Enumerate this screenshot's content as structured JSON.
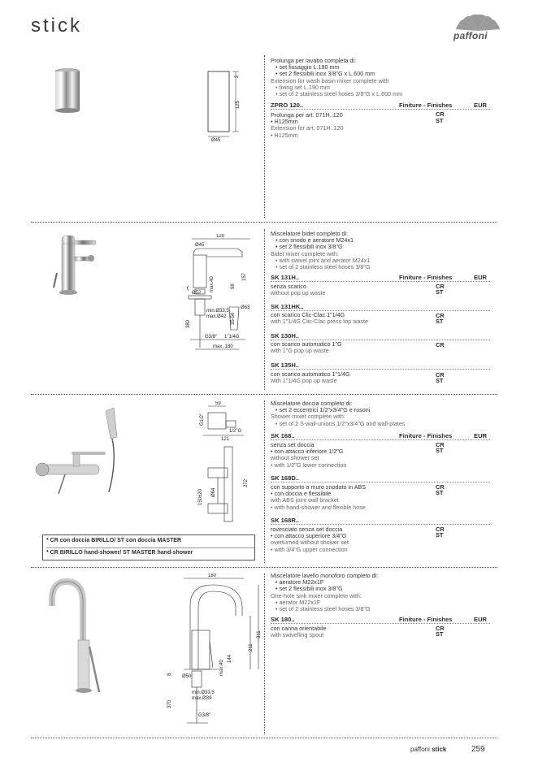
{
  "header": {
    "title": "stick",
    "logo": "paffoni"
  },
  "sections": [
    {
      "intro_it": "Prolunga per lavabo completa di:",
      "intro_it_items": [
        "set fissaggio L.190 mm",
        "set 2 flessibili inox 3/8\"G x L.600 mm"
      ],
      "intro_en": "Extension for wash basin mixer complete with",
      "intro_en_items": [
        "fixing set L.190 mm",
        "set of 2 stainless steel hoses 3/8\"G x L.600 mm"
      ],
      "code_header": "ZPRO 120..",
      "finishes_label": "Finiture - Finishes",
      "eur_label": "EUR",
      "finishes": [
        "CR",
        "ST"
      ],
      "desc_it": "Prolunga per art. 071H..120",
      "desc_it_items": [
        "H125mm"
      ],
      "desc_en": "Extension for art. 071H..120",
      "desc_en_items": [
        "H125mm"
      ],
      "dims": [
        "2",
        "125",
        "Ø45"
      ]
    },
    {
      "intro_it": "Miscelatore bidet completo di:",
      "intro_it_items": [
        "con snodo e aeratore M24x1",
        "set 2 flessibili inox 3/8\"G"
      ],
      "intro_en": "Bidet mixer complete with:",
      "intro_en_items": [
        "with swivel joint and aerator M24x1",
        "set of 2 stainless steel hoses 3/8\"G"
      ],
      "finishes_label": "Finiture - Finishes",
      "eur_label": "EUR",
      "variants": [
        {
          "code": "SK 131H..",
          "it": "senza scarico",
          "en": "without pop up waste",
          "finishes": [
            "CR",
            "ST"
          ]
        },
        {
          "code": "SK 131HK..",
          "it": "con scarico Clic-Clac 1\"1/4G",
          "en": "with 1\"1/4G Clic-Clac press top waste",
          "finishes": [
            "CR",
            "ST"
          ]
        },
        {
          "code": "SK 130H..",
          "it": "con scarico automatico 1\"G",
          "en": "with 1\"G pop up waste",
          "finishes": [
            "CR"
          ]
        },
        {
          "code": "SK 135H..",
          "it": "con scarico automatico 1\"1/4G",
          "en": "with 1\"1/4G pop up waste",
          "finishes": [
            "CR",
            "ST"
          ]
        }
      ],
      "dims": [
        "120",
        "Ø45",
        "max.40",
        "157",
        "98",
        "Ø52",
        "Ø63",
        "min.Ø33,5",
        "max.Ø42",
        "35-50",
        "380",
        "G3/8\"",
        "1\"1/4G",
        "max. 180"
      ]
    },
    {
      "intro_it": "Miscelatore doccia completo di:",
      "intro_it_items": [
        "set 2 eccentrici 1/2\"x3/4\"G e rosoni"
      ],
      "intro_en": "Shower mixer complete with:",
      "intro_en_items": [
        "set of 2 S-wall-unions 1/2\"x3/4\"G and wall-plates"
      ],
      "finishes_label": "Finiture - Finishes",
      "eur_label": "EUR",
      "variants": [
        {
          "code": "SK 168..",
          "it": "senza set doccia",
          "it_items": [
            "con attacco inferiore 1/2\"G"
          ],
          "en": "without shower set",
          "en_items": [
            "with 1/2\"G lower connection"
          ],
          "finishes": [
            "CR",
            "ST"
          ]
        },
        {
          "code": "SK 168D..",
          "it": "con supporto a muro snodato in ABS",
          "it_items": [
            "con doccia e flessibile"
          ],
          "en": "with ABS joint wall bracket",
          "en_items": [
            "with hand-shower and flexible hose"
          ],
          "finishes": [
            "CR",
            "ST"
          ]
        },
        {
          "code": "SK 168R..",
          "it": "rovesciato senza set doccia",
          "it_items": [
            "con attacco superiore 3/4\"G"
          ],
          "en": "overturned without shower set",
          "en_items": [
            "with 3/4\"G upper connection"
          ],
          "finishes": [
            "CR",
            "ST"
          ]
        }
      ],
      "note_it": "* CR con doccia BIRILLO/ ST con doccia MASTER",
      "note_en": "* CR BIRILLO hand-shower/ ST MASTER hand-shower",
      "dims": [
        "59",
        "G1/2\"",
        "1/2\"G",
        "121",
        "150±20",
        "Ø64",
        "272"
      ]
    },
    {
      "intro_it": "Miscelatore lavello monoforo completo di:",
      "intro_it_items": [
        "aeratore M22x1F",
        "set 2 flessibili inox 3/8\"G"
      ],
      "intro_en": "One-hole sink mixer complete with:",
      "intro_en_items": [
        "aerator M22x1F",
        "set of 2 stainless steel hoses 3/8\"G"
      ],
      "finishes_label": "Finiture - Finishes",
      "eur_label": "EUR",
      "variants": [
        {
          "code": "SK 180..",
          "it": "con canna orientabile",
          "en": "with swivelling spout",
          "finishes": [
            "CR",
            "ST"
          ]
        }
      ],
      "dims": [
        "180",
        "211",
        "311",
        "144",
        "max.40",
        "8",
        "Ø50",
        "min.Ø33,5",
        "max.Ø39",
        "370",
        "G3/8\""
      ]
    }
  ],
  "footer": {
    "brand": "paffoni",
    "line": "stick",
    "page": "259"
  }
}
